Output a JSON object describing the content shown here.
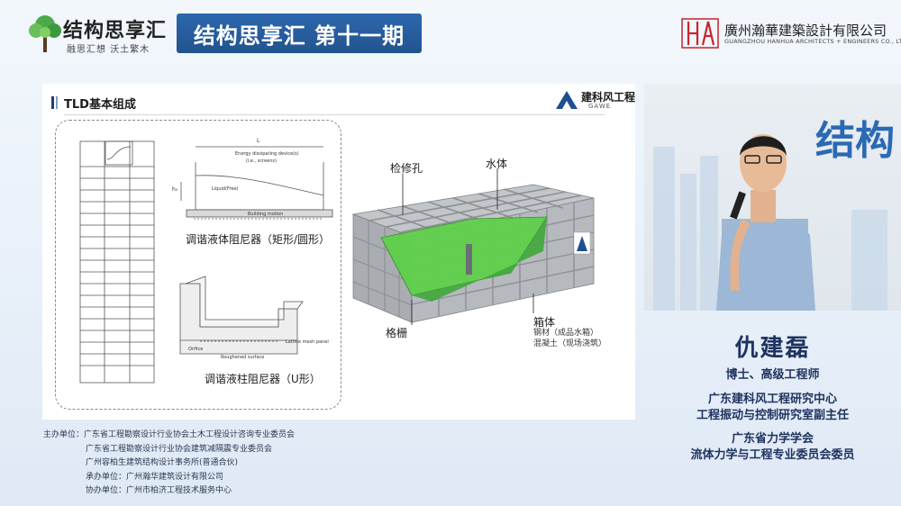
{
  "header": {
    "logo_title": "结构思享汇",
    "logo_subtitle": "融思汇想 沃土繁木",
    "banner": "结构思享汇 第十一期",
    "company_cn": "廣州瀚華建築設計有限公司",
    "company_en": "GUANGZHOU HANHUA ARCHITECTS + ENGINEERS CO., LTD."
  },
  "slide": {
    "title": "TLD基本组成",
    "logo_cn": "建科风工程",
    "logo_en": "GAWE",
    "caption_rect": "调谐液体阻尼器（矩形/圆形）",
    "caption_u": "调谐液柱阻尼器（U形）",
    "callout_hole": "检修孔",
    "callout_water": "水体",
    "callout_grid": "格栅",
    "callout_box": "箱体",
    "callout_box_steel": "钢材（成品水箱）",
    "callout_box_concrete": "混凝土（现场浇筑）",
    "small_labels": {
      "energy": "Energy dissipating device(s)",
      "energy_sub": "(i.e., screens)",
      "liquid": "Liquid(Free)",
      "building": "Building motion",
      "orifice": "Orifice",
      "roughened": "Roughened surface",
      "lattice": "Lattice mesh panel",
      "ho": "h₀",
      "L": "L"
    }
  },
  "organizers": {
    "host_label": "主办单位：",
    "hosts": [
      "广东省工程勘察设计行业协会土木工程设计咨询专业委员会",
      "广东省工程勘察设计行业协会建筑减隔震专业委员会",
      "广州容柏生建筑结构设计事务所(普通合伙)"
    ],
    "undertaker": "承办单位：广州瀚华建筑设计有限公司",
    "assistant": "协办单位：广州市柏济工程技术服务中心"
  },
  "speaker": {
    "name": "仇建磊",
    "title": "博士、高级工程师",
    "affil1_line1": "广东建科风工程研究中心",
    "affil1_line2": "工程振动与控制研究室副主任",
    "affil2_line1": "广东省力学学会",
    "affil2_line2": "流体力学与工程专业委员会委员",
    "backdrop_text": "结构"
  },
  "colors": {
    "banner": "#2561a3",
    "speaker_text": "#1f3360",
    "water_green": "#5fd04a",
    "tank_gray": "#a9adb1"
  }
}
